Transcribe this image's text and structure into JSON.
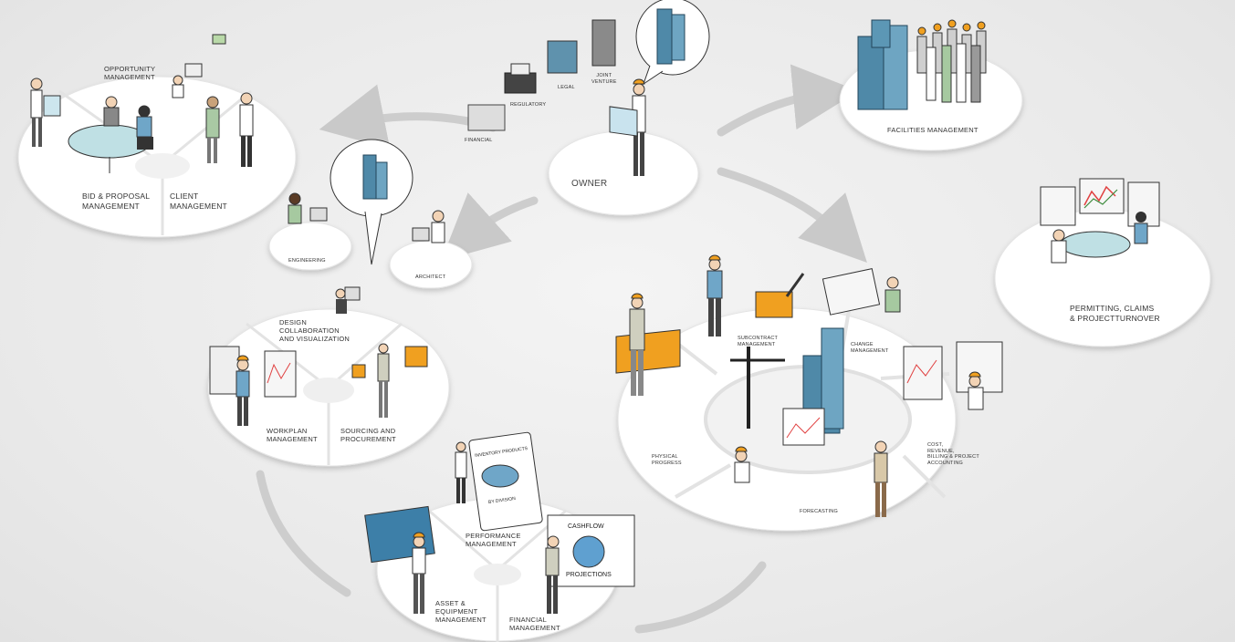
{
  "colors": {
    "background": "#ececec",
    "disc": "#ffffff",
    "arrow": "#c9c9c9",
    "building_blue": "#4f89a8",
    "hardhat": "#f0a020",
    "shirt_blue": "#6fa6c8"
  },
  "labels": {
    "opportunity": "OPPORTUNITY\nMANAGEMENT",
    "bid": "BID & PROPOSAL\nMANAGEMENT",
    "client": "CLIENT\nMANAGEMENT",
    "regulatory": "REGULATORY",
    "legal": "LEGAL",
    "joint_venture": "JOINT\nVENTURE",
    "financial": "FINANCIAL",
    "owner": "OWNER",
    "facilities": "FACILITIES MANAGEMENT",
    "engineering": "ENGINEERING",
    "architect": "ARCHITECT",
    "design": "DESIGN\nCOLLABORATION\nAND VISUALIZATION",
    "workplan": "WORKPLAN\nMANAGEMENT",
    "sourcing": "SOURCING AND\nPROCUREMENT",
    "permitting": "PERMITTING, CLAIMS\n& PROJECTTURNOVER",
    "subcontract": "SUBCONTRACT\nMANAGEMENT",
    "change": "CHANGE\nMANAGEMENT",
    "physical": "PHYSICAL\nPROGRESS",
    "cost": "COST,\nREVENUE,\nBILLING & PROJECT\nACCOUNTING",
    "forecasting": "FORECASTING",
    "performance": "PERFORMANCE\nMANAGEMENT",
    "asset": "ASSET &\nEQUIPMENT\nMANAGEMENT",
    "financial_mgmt": "FINANCIAL\nMANAGEMENT",
    "cashflow": "CASHFLOW",
    "projections": "PROJECTIONS",
    "inventory_screen": "INVENTORY PRODUCTS",
    "by_division": "BY DIVISION"
  }
}
